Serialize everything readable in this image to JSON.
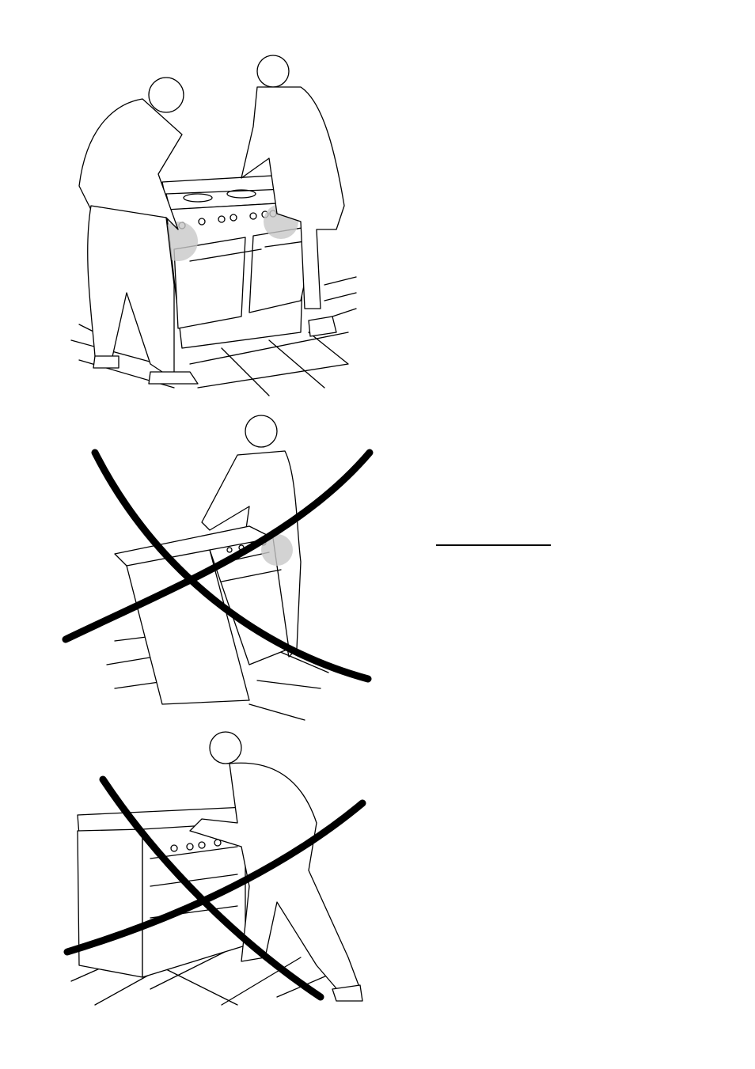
{
  "page": {
    "background": "#ffffff",
    "ink": "#000000",
    "highlight": "#c8c8c8"
  },
  "figures": [
    {
      "name": "two-person-lift",
      "icon": "correct-lifting-illustration",
      "crossed_out": false
    },
    {
      "name": "one-person-tilt",
      "icon": "incorrect-tilting-illustration",
      "crossed_out": true
    },
    {
      "name": "one-person-push",
      "icon": "incorrect-pushing-illustration",
      "crossed_out": true
    }
  ]
}
